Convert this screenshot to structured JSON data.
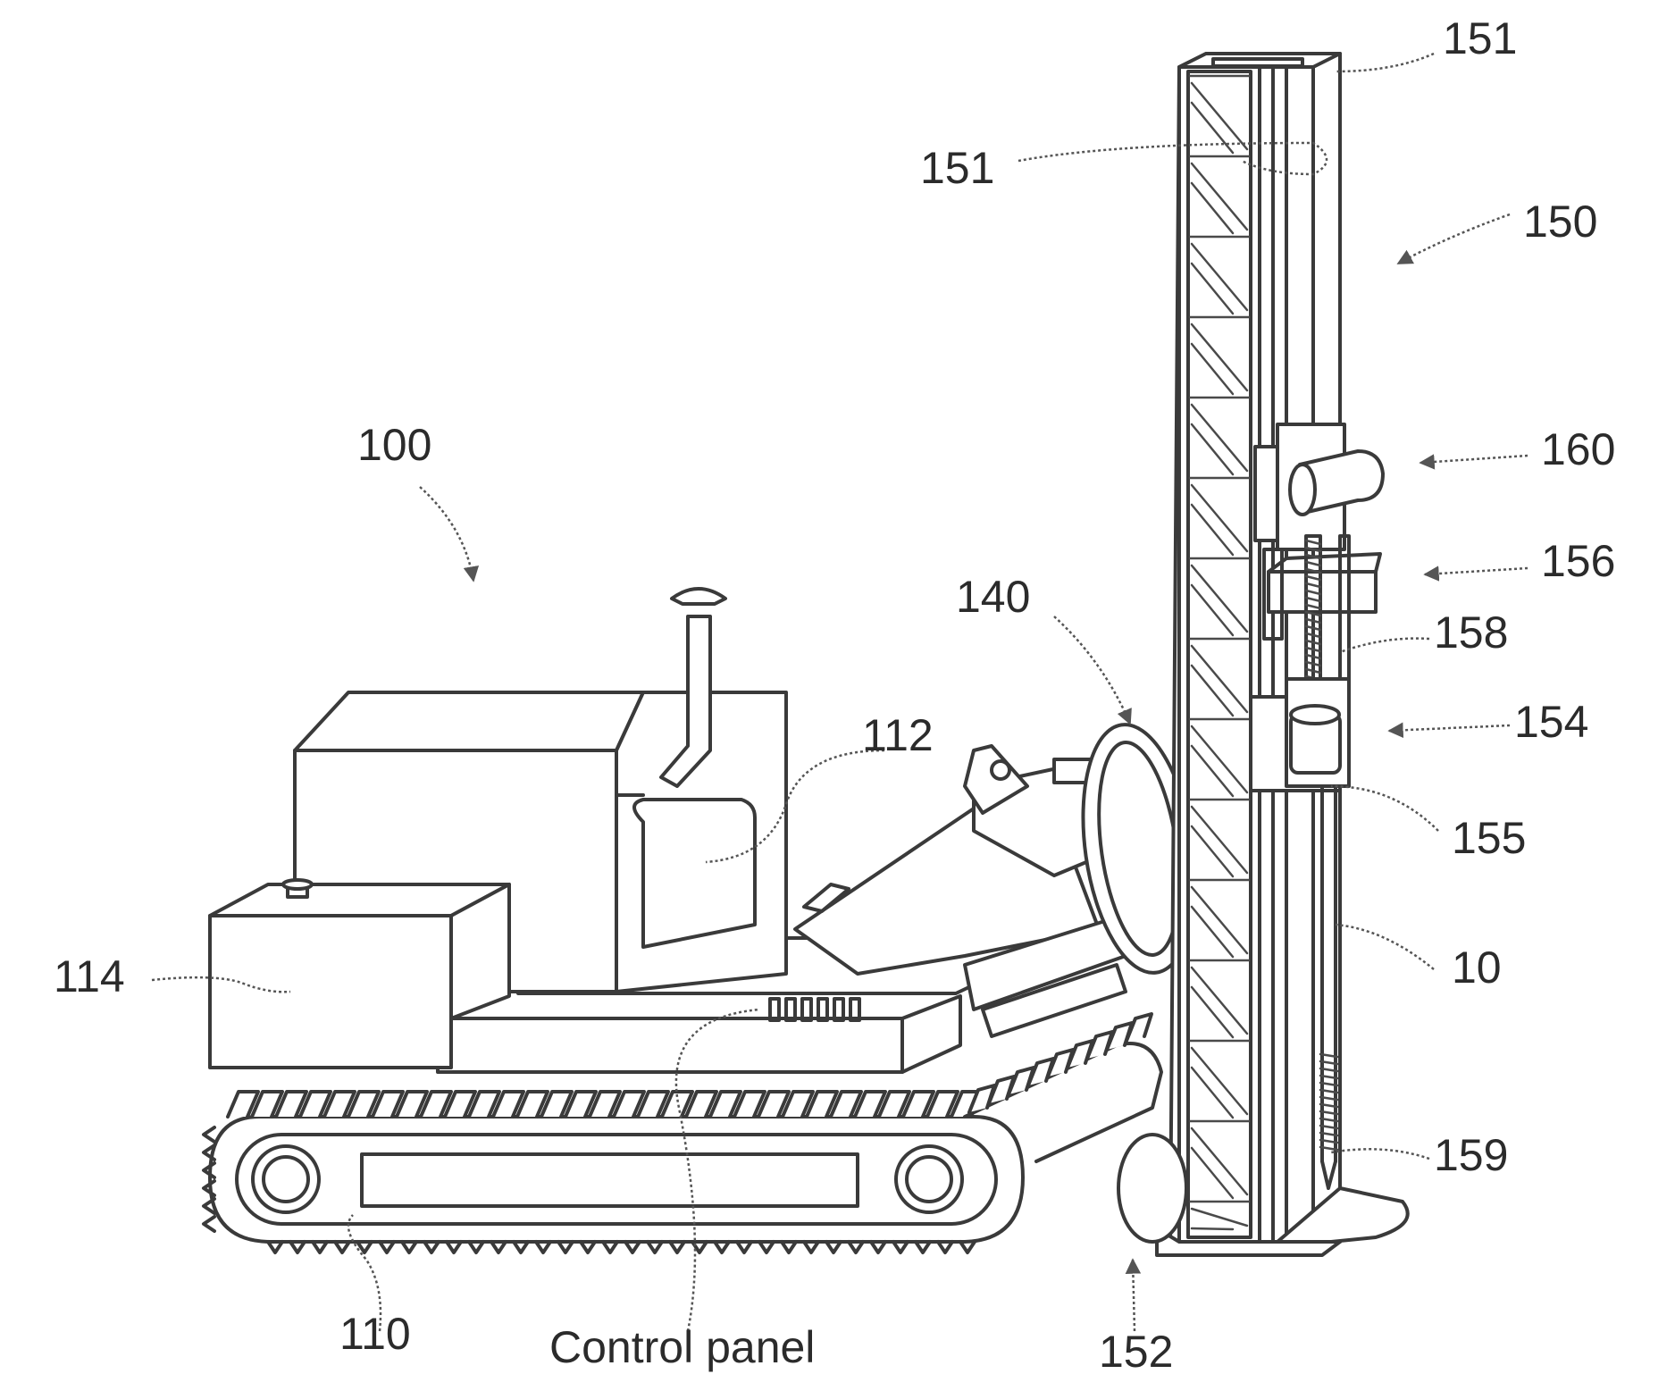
{
  "figure": {
    "labels": {
      "machine": "100",
      "track": "110",
      "cab": "112",
      "tank": "114",
      "control_panel": "Control panel",
      "boom_joint": "140",
      "mast": "150",
      "mast_top": "151",
      "mast_inner": "151",
      "mast_base": "152",
      "carriage_lower": "154",
      "carriage_clamp": "155",
      "carriage_mid": "156",
      "screw": "158",
      "pile_tip": "159",
      "clamp_top": "160",
      "pile": "10"
    },
    "colors": {
      "stroke": "#3a3a3a",
      "background": "#ffffff"
    }
  }
}
